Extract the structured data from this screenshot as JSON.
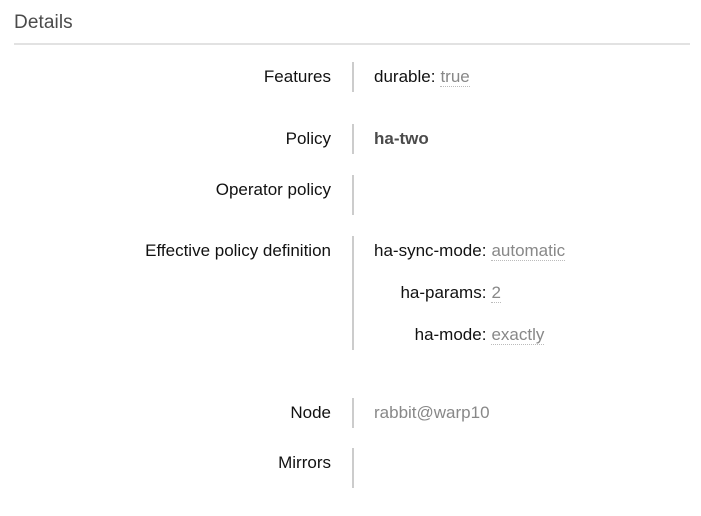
{
  "section": {
    "title": "Details"
  },
  "details": {
    "rows": [
      {
        "label": "Features",
        "kind": "args",
        "args": [
          {
            "key": "durable:",
            "value": "true",
            "style": "dotted"
          }
        ]
      },
      {
        "label": "Policy",
        "kind": "bold",
        "value": "ha-two"
      },
      {
        "label": "Operator policy",
        "kind": "empty",
        "value": ""
      },
      {
        "label": "Effective policy definition",
        "kind": "args",
        "args": [
          {
            "key": "ha-sync-mode:",
            "value": "automatic",
            "style": "dotted"
          },
          {
            "key": "ha-params:",
            "value": "2",
            "style": "dotted"
          },
          {
            "key": "ha-mode:",
            "value": "exactly",
            "style": "dotted"
          }
        ]
      },
      {
        "label": "Node",
        "kind": "plain",
        "value": "rabbit@warp10"
      },
      {
        "label": "Mirrors",
        "kind": "empty",
        "value": ""
      }
    ]
  },
  "colors": {
    "heading": "#4b4b4b",
    "rule": "#e2e2e2",
    "divider": "#cccccc",
    "label": "#111111",
    "value_muted": "#888888",
    "dotted_underline": "#bbbbbb",
    "background": "#ffffff"
  }
}
